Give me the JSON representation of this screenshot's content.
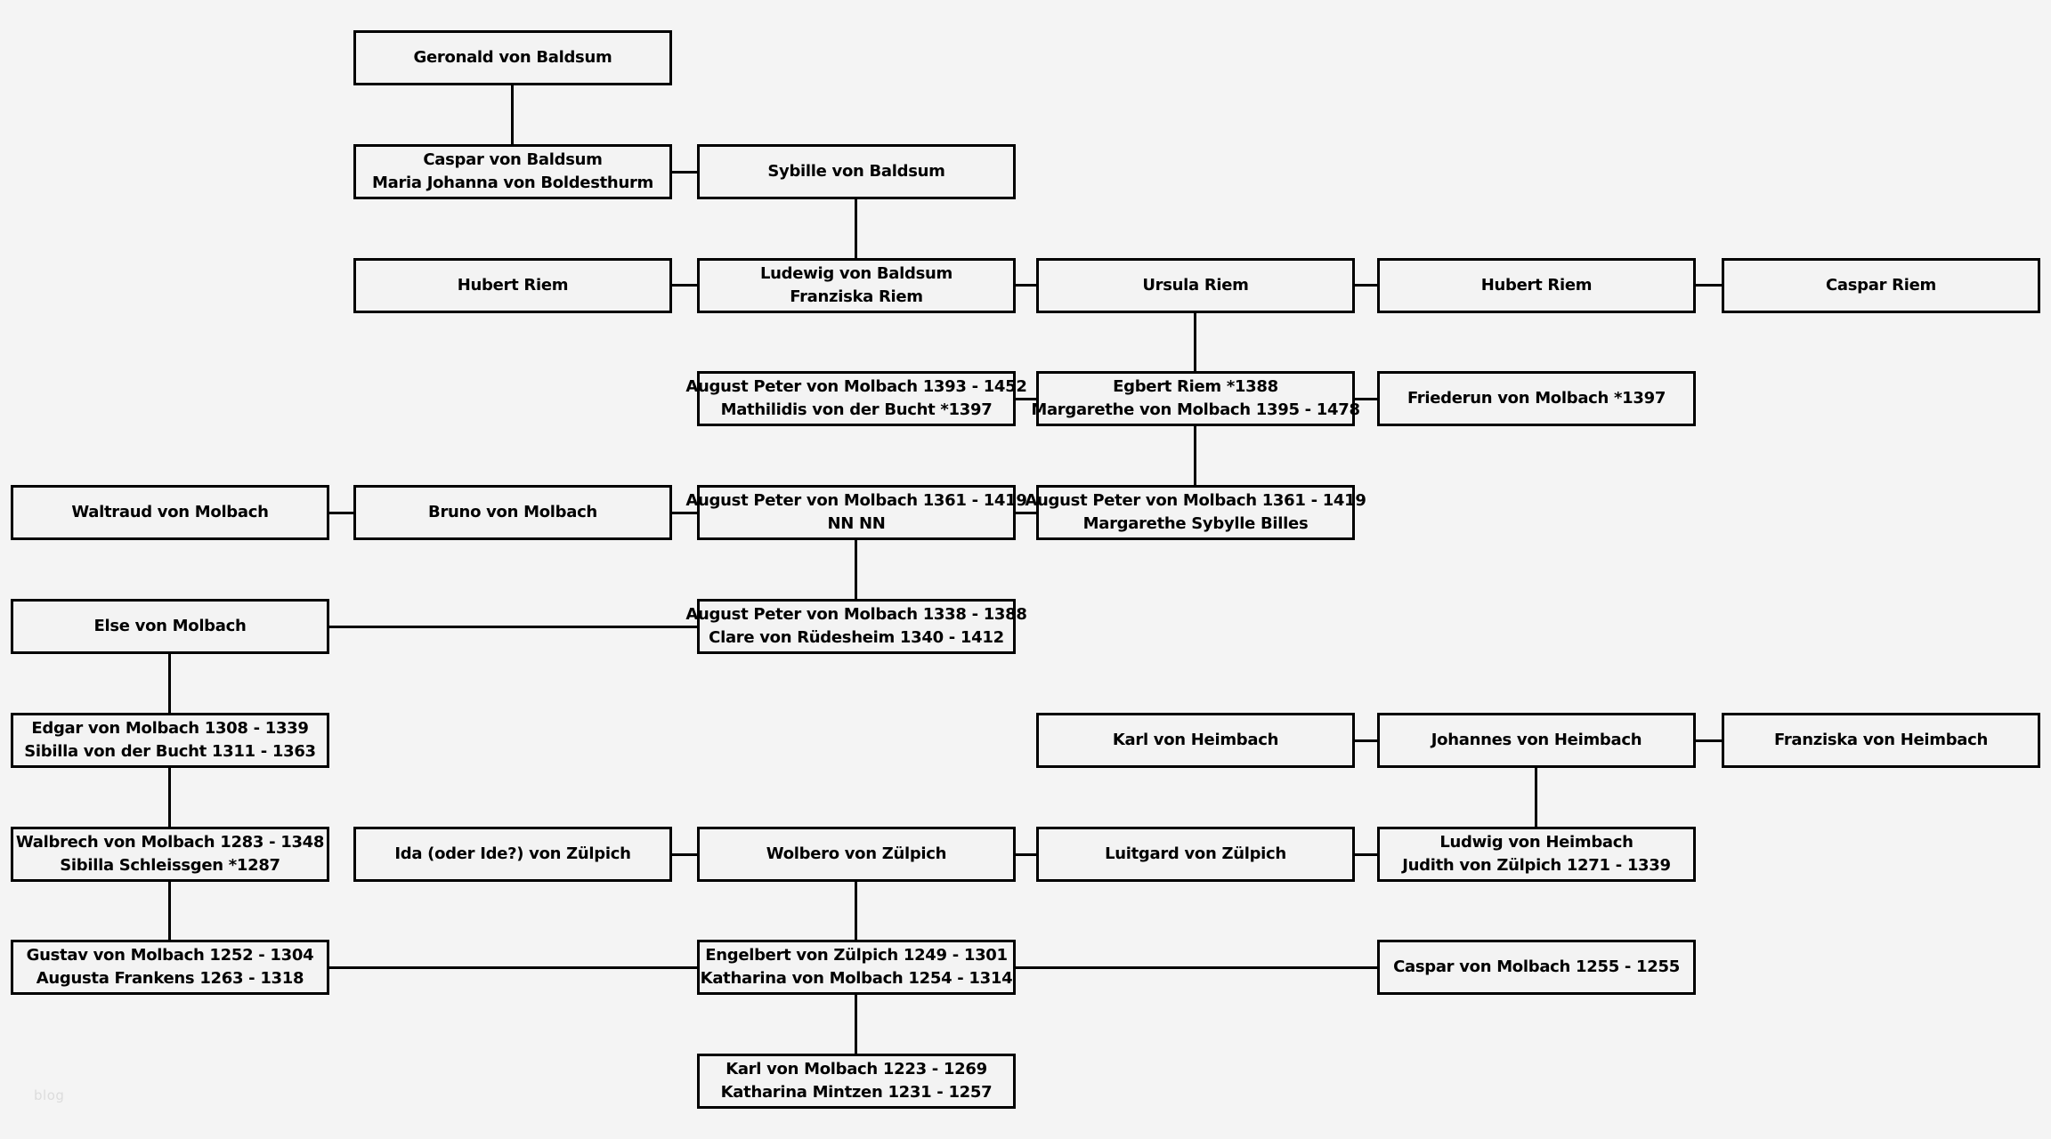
{
  "diagram": {
    "background_color": "#f4f4f4",
    "box_fill_color": "#f3f3f3",
    "line_color": "#000000",
    "watermark": "blog",
    "nodes": {
      "geronald": {
        "lines": [
          "Geronald von Baldsum"
        ]
      },
      "caspar_baldsum": {
        "lines": [
          "Caspar von Baldsum",
          "Maria Johanna von Boldesthurm"
        ]
      },
      "sybille_baldsum": {
        "lines": [
          "Sybille von Baldsum"
        ]
      },
      "hubert_riem_1": {
        "lines": [
          "Hubert Riem"
        ]
      },
      "ludewig_baldsum": {
        "lines": [
          "Ludewig von Baldsum",
          "Franziska Riem"
        ]
      },
      "ursula_riem": {
        "lines": [
          "Ursula Riem"
        ]
      },
      "hubert_riem_2": {
        "lines": [
          "Hubert Riem"
        ]
      },
      "caspar_riem": {
        "lines": [
          "Caspar Riem"
        ]
      },
      "august_molbach_1393": {
        "lines": [
          "August Peter von Molbach 1393 - 1452",
          "Mathilidis von der Bucht *1397"
        ]
      },
      "egbert_riem": {
        "lines": [
          "Egbert Riem *1388",
          "Margarethe von Molbach 1395 - 1478"
        ]
      },
      "friederun_molbach": {
        "lines": [
          "Friederun von Molbach *1397"
        ]
      },
      "waltraud_molbach": {
        "lines": [
          "Waltraud von Molbach"
        ]
      },
      "bruno_molbach": {
        "lines": [
          "Bruno von Molbach"
        ]
      },
      "august_molbach_1361_nn": {
        "lines": [
          "August Peter von Molbach 1361 - 1419",
          "NN NN"
        ]
      },
      "august_molbach_1361_billes": {
        "lines": [
          "August Peter von Molbach 1361 - 1419",
          "Margarethe Sybylle Billes"
        ]
      },
      "else_molbach": {
        "lines": [
          "Else von Molbach"
        ]
      },
      "august_molbach_1338": {
        "lines": [
          "August Peter von Molbach 1338 - 1388",
          "Clare von Rüdesheim 1340 - 1412"
        ]
      },
      "edgar_molbach": {
        "lines": [
          "Edgar von Molbach 1308 - 1339",
          "Sibilla von der Bucht 1311 - 1363"
        ]
      },
      "karl_heimbach": {
        "lines": [
          "Karl von Heimbach"
        ]
      },
      "johannes_heimbach": {
        "lines": [
          "Johannes von Heimbach"
        ]
      },
      "franziska_heimbach": {
        "lines": [
          "Franziska von Heimbach"
        ]
      },
      "walbrech_molbach": {
        "lines": [
          "Walbrech von Molbach 1283 - 1348",
          "Sibilla Schleissgen *1287"
        ]
      },
      "ida_zuelpich": {
        "lines": [
          "Ida (oder Ide?) von Zülpich"
        ]
      },
      "wolbero_zuelpich": {
        "lines": [
          "Wolbero von Zülpich"
        ]
      },
      "luitgard_zuelpich": {
        "lines": [
          "Luitgard von Zülpich"
        ]
      },
      "ludwig_heimbach": {
        "lines": [
          "Ludwig von Heimbach",
          "Judith von Zülpich 1271 - 1339"
        ]
      },
      "gustav_molbach": {
        "lines": [
          "Gustav von Molbach 1252 - 1304",
          "Augusta Frankens 1263 - 1318"
        ]
      },
      "engelbert_zuelpich": {
        "lines": [
          "Engelbert von Zülpich 1249 - 1301",
          "Katharina von Molbach 1254 - 1314"
        ]
      },
      "caspar_molbach": {
        "lines": [
          "Caspar von Molbach 1255 - 1255"
        ]
      },
      "karl_molbach": {
        "lines": [
          "Karl von Molbach 1223 - 1269",
          "Katharina Mintzen 1231 - 1257"
        ]
      }
    }
  }
}
